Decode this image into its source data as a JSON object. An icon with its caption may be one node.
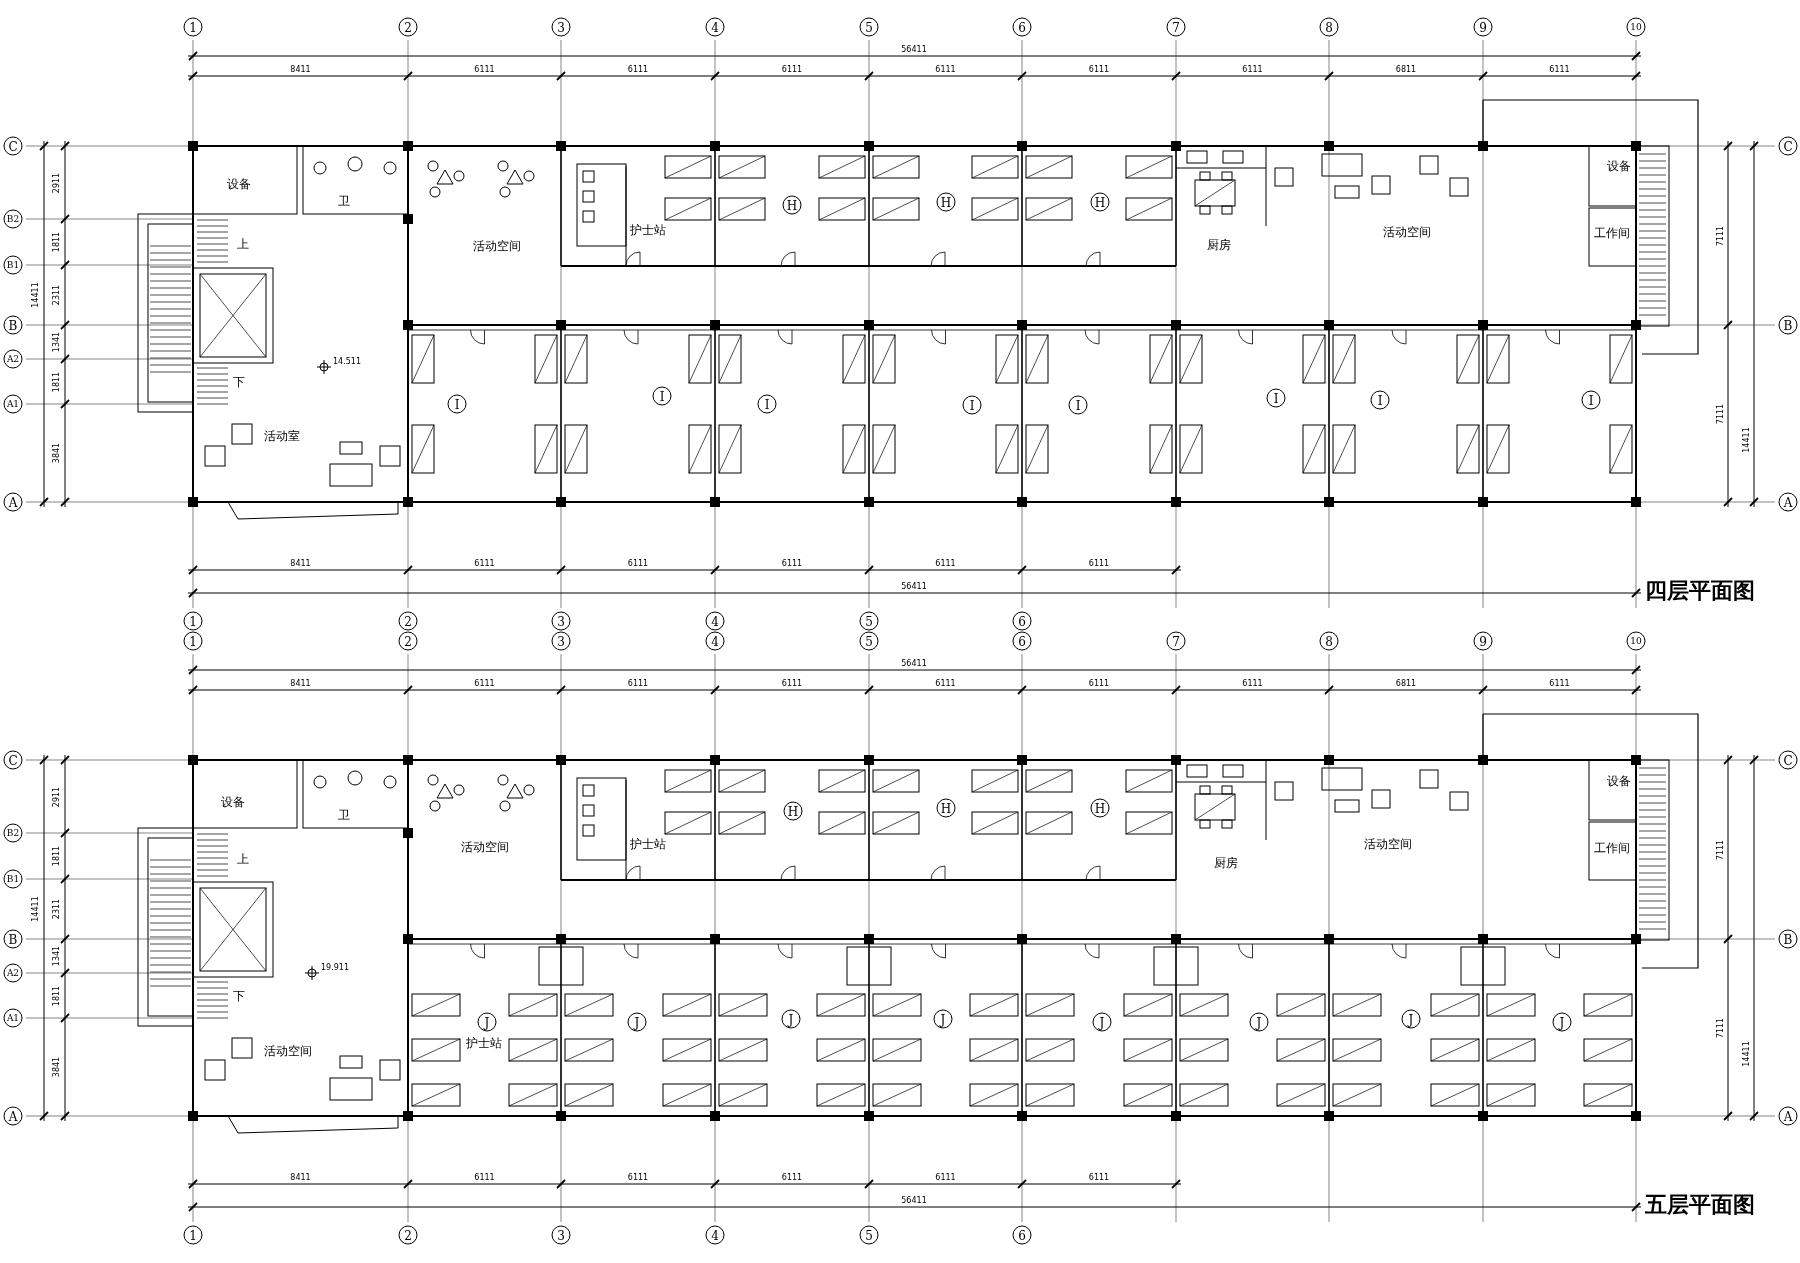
{
  "diagram": {
    "labels": [
      "1",
      "2",
      "3",
      "4",
      "5",
      "6",
      "7",
      "8",
      "9",
      "10",
      "56411",
      "8411",
      "6111",
      "6111",
      "6111",
      "6111",
      "6111",
      "6111",
      "6811",
      "6111",
      "C",
      "B2",
      "B1",
      "B",
      "A2",
      "A1",
      "A",
      "2911",
      "1811",
      "2311",
      "1341",
      "1811",
      "3841",
      "14411",
      "7111",
      "7111",
      "14411",
      "C",
      "B",
      "A",
      "14.511",
      "上",
      "下",
      "设备",
      "卫",
      "活动空间",
      "护士站",
      "厨房",
      "活动空间",
      "设备",
      "工作间",
      "活动室",
      "H",
      "H",
      "H",
      "I",
      "I",
      "I",
      "I",
      "I",
      "I",
      "I",
      "I",
      "8411",
      "6111",
      "6111",
      "6111",
      "6111",
      "6111",
      "56411",
      "四层平面图",
      "1",
      "2",
      "3",
      "4",
      "5",
      "6",
      "1",
      "2",
      "3",
      "4",
      "5",
      "6",
      "7",
      "8",
      "9",
      "10",
      "56411",
      "8411",
      "6111",
      "6111",
      "6111",
      "6111",
      "6111",
      "6111",
      "6811",
      "6111",
      "C",
      "B2",
      "B1",
      "B",
      "A2",
      "A1",
      "A",
      "2911",
      "1811",
      "2311",
      "1341",
      "1811",
      "3841",
      "14411",
      "7111",
      "7111",
      "14411",
      "C",
      "B",
      "A",
      "19.911",
      "上",
      "下",
      "设备",
      "卫",
      "活动空间",
      "护士站",
      "厨房",
      "活动空间",
      "设备",
      "工作间",
      "活动空间",
      "护士站",
      "H",
      "H",
      "H",
      "J",
      "J",
      "J",
      "J",
      "J",
      "J",
      "J",
      "J",
      "8411",
      "6111",
      "6111",
      "6111",
      "6111",
      "6111",
      "56411",
      "五层平面图",
      "1",
      "2",
      "3",
      "4",
      "5",
      "6"
    ]
  }
}
